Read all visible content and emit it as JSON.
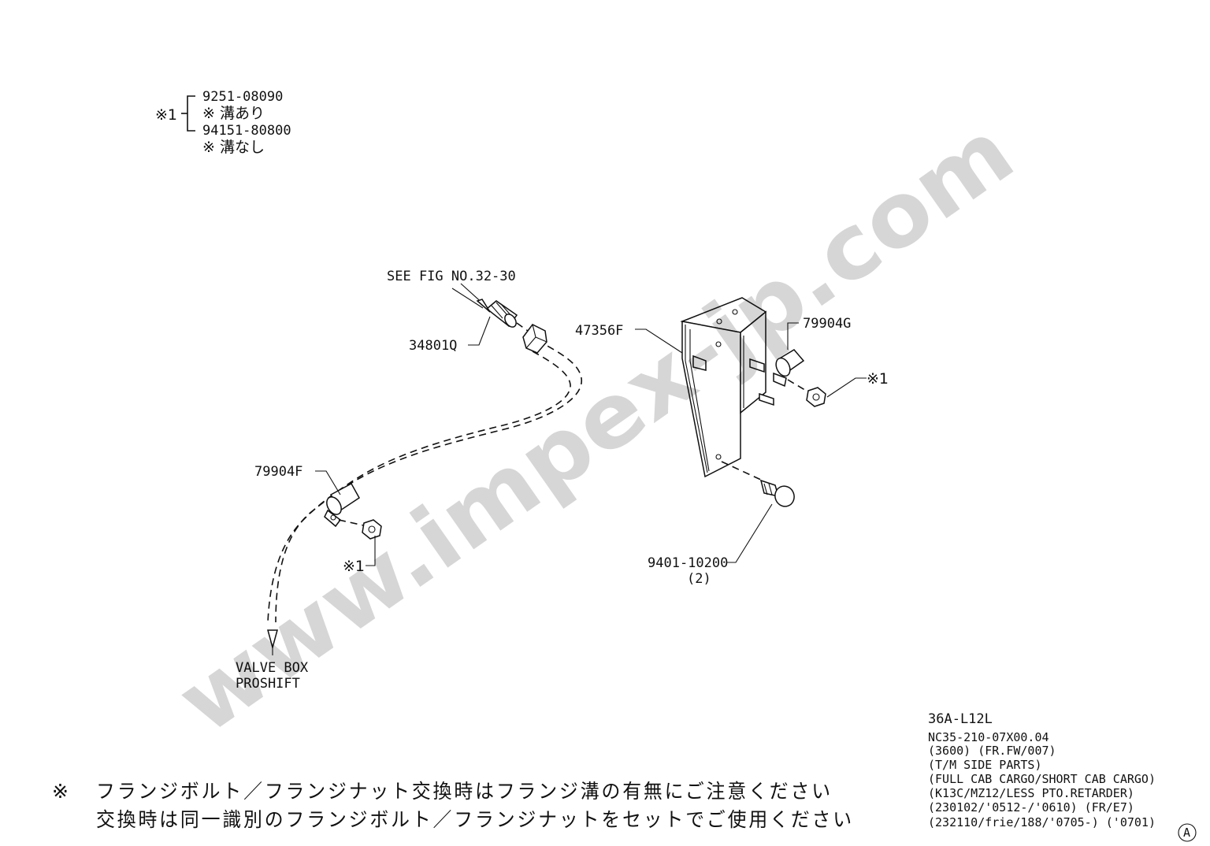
{
  "watermark": "www.impex-jp.com",
  "legend": {
    "mark": "※1",
    "item1_part": "9251-08090",
    "item1_note": "※ 溝あり",
    "item2_part": "94151-80800",
    "item2_note": "※ 溝なし"
  },
  "callouts": {
    "see_fig": "SEE FIG NO.32-30",
    "fitting": "34801Q",
    "bracket": "47356F",
    "clip_right": "79904G",
    "nut_right": "※1",
    "clip_left": "79904F",
    "nut_left": "※1",
    "bolt": "9401-10200",
    "bolt_qty": "(2)",
    "valve_box_1": "VALVE BOX",
    "valve_box_2": "PROSHIFT"
  },
  "info_block": {
    "model": "36A-L12L",
    "lines": [
      "NC35-210-07X00.04",
      "(3600) (FR.FW/007)",
      "(T/M SIDE PARTS)",
      "(FULL CAB CARGO/SHORT CAB CARGO)",
      "(K13C/MZ12/LESS PTO.RETARDER)",
      "(230102/'0512-/'0610) (FR/E7)",
      "(232110/frie/188/'0705-) ('0701)"
    ],
    "revision_mark": "A"
  },
  "footnote": {
    "mark": "※",
    "line1": "フランジボルト／フランジナット交換時はフランジ溝の有無にご注意ください",
    "line2": "交換時は同一識別のフランジボルト／フランジナットをセットでご使用ください"
  }
}
